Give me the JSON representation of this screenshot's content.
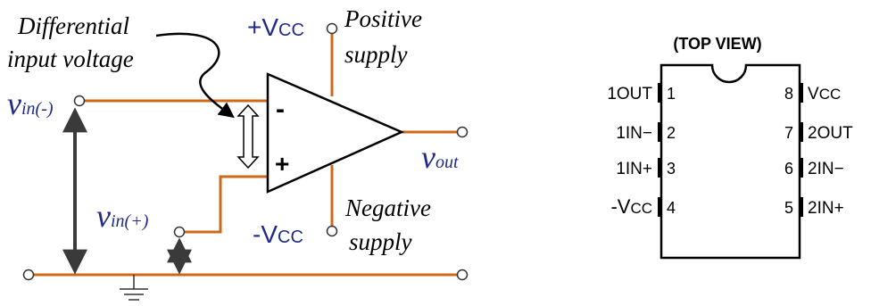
{
  "opamp": {
    "annotation_line1": "Differential",
    "annotation_line2": "input voltage",
    "pos_supply_symbol": "+V",
    "pos_supply_sub": "CC",
    "pos_supply_label_line1": "Positive",
    "pos_supply_label_line2": "supply",
    "neg_supply_symbol": "-V",
    "neg_supply_sub": "CC",
    "neg_supply_label_line1": "Negative",
    "neg_supply_label_line2": "supply",
    "vin_neg_main": "v",
    "vin_neg_sub": "in(-)",
    "vin_pos_main": "v",
    "vin_pos_sub": "in(+)",
    "vout_main": "v",
    "vout_sub": "out",
    "minus_sign": "-",
    "plus_sign": "+",
    "wire_color": "#cc6a1a",
    "label_color": "#1f2a8a"
  },
  "ic_package": {
    "title": "(TOP VIEW)",
    "left_pins": [
      {
        "num": "1",
        "label": "1OUT"
      },
      {
        "num": "2",
        "label": "1IN−"
      },
      {
        "num": "3",
        "label": "1IN+"
      },
      {
        "num": "4",
        "label": "-V",
        "sub": "CC"
      }
    ],
    "right_pins": [
      {
        "num": "8",
        "label": "V",
        "sub": "CC"
      },
      {
        "num": "7",
        "label": "2OUT"
      },
      {
        "num": "6",
        "label": "2IN−"
      },
      {
        "num": "5",
        "label": "2IN+"
      }
    ]
  }
}
